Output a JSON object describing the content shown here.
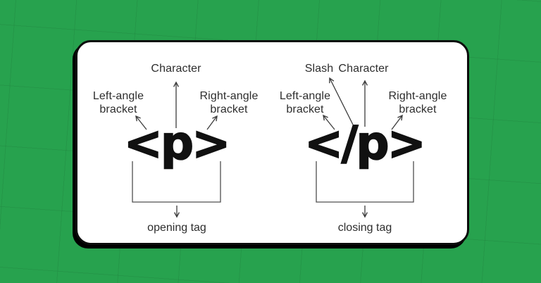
{
  "colors": {
    "background": "#27a24e",
    "grid_line": "rgba(0,0,0,0.07)",
    "card_bg": "#ffffff",
    "card_border": "#0c0c0c",
    "text": "#2d2d2d",
    "tag_text": "#111111",
    "arrow": "#3c3c3c",
    "bracket": "#4f4f4f"
  },
  "opening": {
    "tag": "<p>",
    "caption": "opening tag",
    "labels": {
      "character": "Character",
      "left_bracket": "Left-angle\nbracket",
      "right_bracket": "Right-angle\nbracket"
    }
  },
  "closing": {
    "tag": "</p>",
    "caption": "closing tag",
    "labels": {
      "slash": "Slash",
      "character": "Character",
      "left_bracket": "Left-angle\nbracket",
      "right_bracket": "Right-angle\nbracket"
    }
  }
}
